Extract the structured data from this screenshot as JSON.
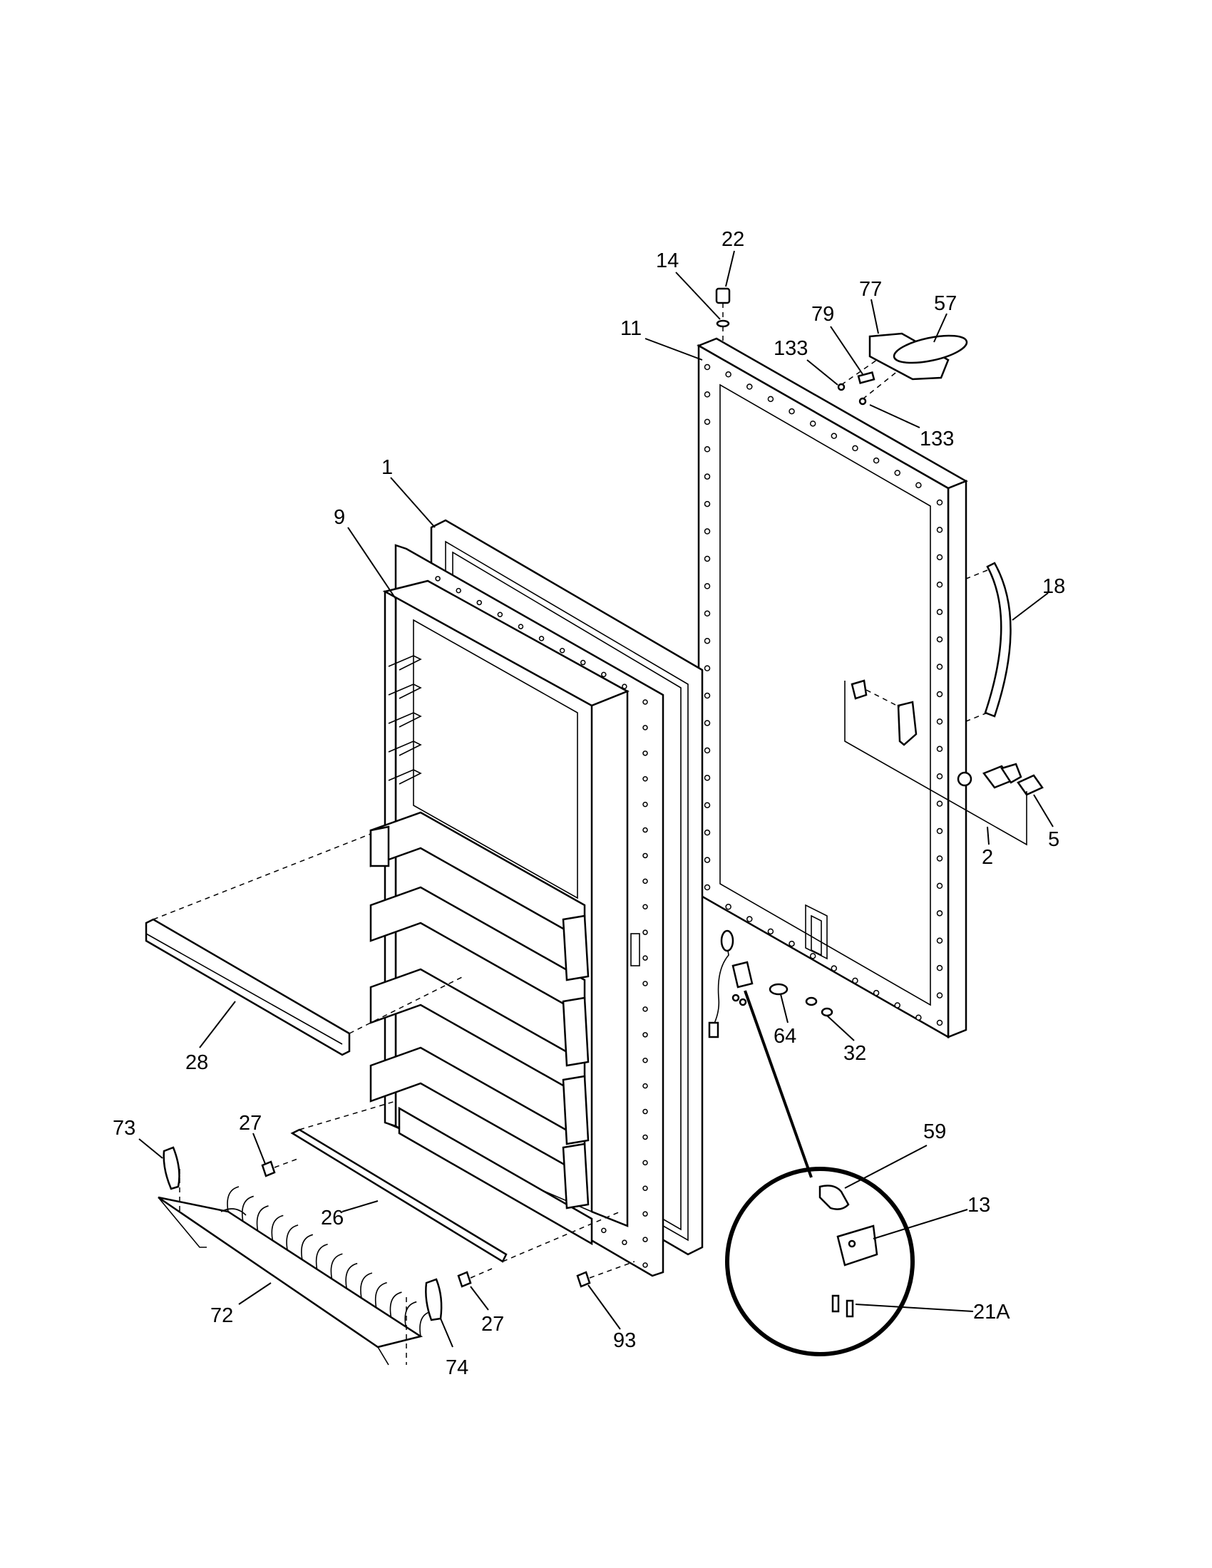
{
  "callouts": {
    "c1": "1",
    "c9": "9",
    "c11": "11",
    "c14": "14",
    "c22": "22",
    "c77": "77",
    "c57": "57",
    "c79": "79",
    "c133a": "133",
    "c133b": "133",
    "c18": "18",
    "c5": "5",
    "c2": "2",
    "c28": "28",
    "c27a": "27",
    "c27b": "27",
    "c73": "73",
    "c26": "26",
    "c72": "72",
    "c74": "74",
    "c93": "93",
    "c64": "64",
    "c32": "32",
    "c59": "59",
    "c13": "13",
    "c21A": "21A"
  }
}
